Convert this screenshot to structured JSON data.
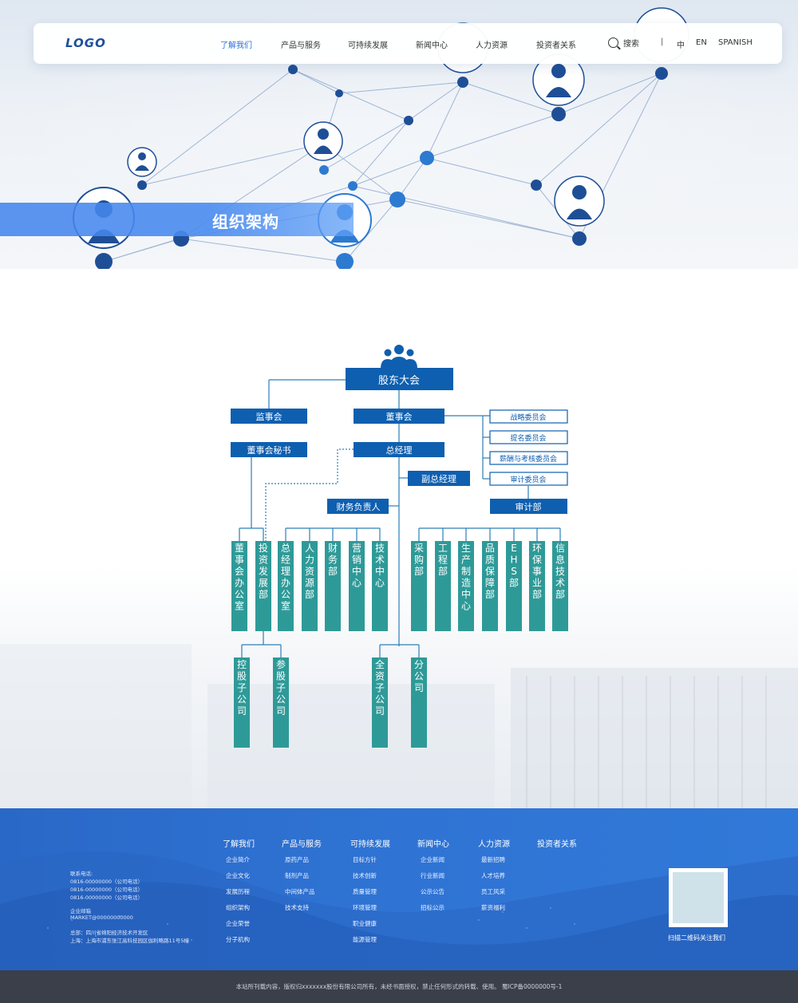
{
  "header": {
    "logo": "LOGO",
    "nav": [
      "了解我们",
      "产品与服务",
      "可持续发展",
      "新闻中心",
      "人力资源",
      "投资者关系"
    ],
    "active_nav": "了解我们",
    "search_label": "搜索",
    "separator": "|",
    "languages": [
      "中",
      "EN",
      "SPANISH"
    ]
  },
  "hero": {
    "title": "组织架构"
  },
  "org": {
    "top": "股东大会",
    "supervisory": "监事会",
    "board": "董事会",
    "board_secretary": "董事会秘书",
    "general_manager": "总经理",
    "deputy_gm": "副总经理",
    "finance_head": "财务负责人",
    "committees": [
      "战略委员会",
      "提名委员会",
      "薪酬与考核委员会",
      "审计委员会"
    ],
    "audit_dept": "审计部",
    "departments": [
      "董事会办公室",
      "投资发展部",
      "总经理办公室",
      "人力资源部",
      "财务部",
      "营销中心",
      "技术中心",
      "采购部",
      "工程部",
      "生产制造中心",
      "品质保障部",
      "EHS部",
      "环保事业部",
      "信息技术部"
    ],
    "subsidiaries": [
      "控股子公司",
      "参股子公司",
      "全资子公司",
      "分公司"
    ]
  },
  "footer": {
    "columns": [
      {
        "title": "了解我们",
        "links": [
          "企业简介",
          "企业文化",
          "发展历程",
          "组织架构",
          "企业荣誉",
          "分子机构"
        ]
      },
      {
        "title": "产品与服务",
        "links": [
          "原药产品",
          "制剂产品",
          "中间体产品",
          "技术支持"
        ]
      },
      {
        "title": "可持续发展",
        "links": [
          "目标方针",
          "技术创新",
          "质量管理",
          "环境管理",
          "职业健康",
          "能源管理"
        ]
      },
      {
        "title": "新闻中心",
        "links": [
          "企业新闻",
          "行业新闻",
          "公示公告",
          "招标公示"
        ]
      },
      {
        "title": "人力资源",
        "links": [
          "最新招聘",
          "人才培养",
          "员工风采",
          "薪资福利"
        ]
      },
      {
        "title": "投资者关系",
        "links": []
      }
    ],
    "contact": {
      "label": "联系电话:",
      "phones": [
        "0816-00000000（公司电话）",
        "0816-00000000（公司电话）",
        "0816-00000000（公司电话）"
      ],
      "email_label": "企业邮箱",
      "email": "MARKET@00000000000",
      "hq": "总部：四川省绵阳经济技术开发区",
      "shanghai": "上海：上海市浦东张江高科技园区伽利略路11号5幢"
    },
    "qr_caption": "扫描二维码关注我们",
    "copyright": "本站所刊载内容，版权归xxxxxxx股份有限公司所有，未经书面授权，禁止任何形式的转载、使用。 蜀ICP备0000000号-1"
  },
  "colors": {
    "primary_blue": "#0e5fb0",
    "teal": "#2e9a98",
    "nav_active": "#2d6fd8",
    "footer_bg": "#2f74d4"
  }
}
